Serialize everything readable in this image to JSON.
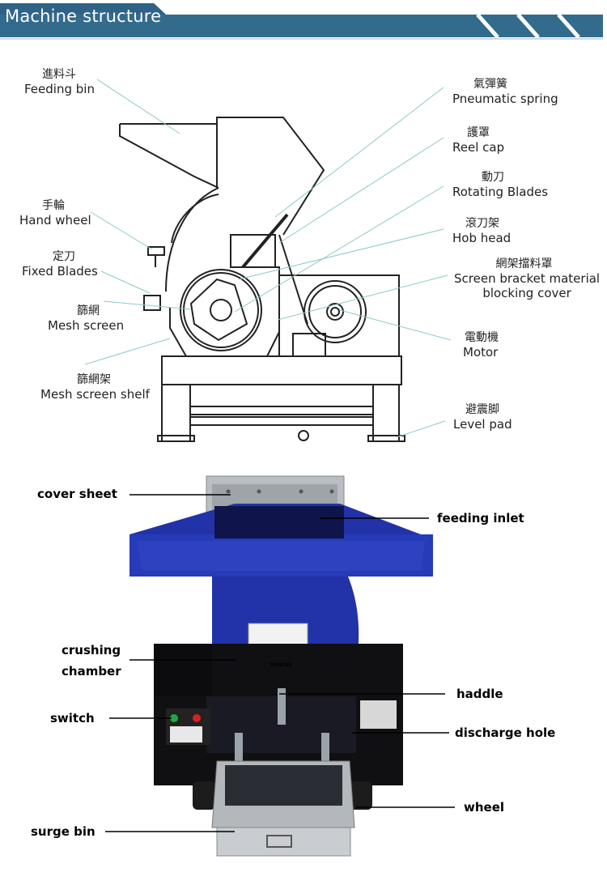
{
  "header": {
    "title": "Machine structure"
  },
  "diagram_top": {
    "labels": [
      {
        "zh": "進料斗",
        "en": "Feeding bin"
      },
      {
        "zh": "手輪",
        "en": "Hand  wheel"
      },
      {
        "zh": "定刀",
        "en": "Fixed Blades"
      },
      {
        "zh": "篩網",
        "en": "Mesh screen"
      },
      {
        "zh": "篩網架",
        "en": "Mesh screen shelf"
      },
      {
        "zh": "氣彈簧",
        "en": "Pneumatic spring"
      },
      {
        "zh": "護罩",
        "en": "Reel cap"
      },
      {
        "zh": "動刀",
        "en": "Rotating Blades"
      },
      {
        "zh": "滾刀架",
        "en": "Hob head"
      },
      {
        "zh": "網架擋料罩",
        "en": "Screen bracket material",
        "en2": "blocking cover"
      },
      {
        "zh": "電動機",
        "en": "Motor"
      },
      {
        "zh": "避震脚",
        "en": "Level pad"
      }
    ]
  },
  "photo_bottom": {
    "labels": [
      {
        "text": "cover sheet"
      },
      {
        "text": "feeding inlet"
      },
      {
        "text": "crushing",
        "text2": "chamber"
      },
      {
        "text": "haddle"
      },
      {
        "text": "switch"
      },
      {
        "text": "discharge hole"
      },
      {
        "text": "wheel"
      },
      {
        "text": "surge bin"
      }
    ],
    "stickers": {
      "danger": "DANGER"
    }
  },
  "colors": {
    "banner": "#336b8d",
    "machine_blue": "#2232a8",
    "body_black": "#101012",
    "steel": "#c8ccd0"
  }
}
